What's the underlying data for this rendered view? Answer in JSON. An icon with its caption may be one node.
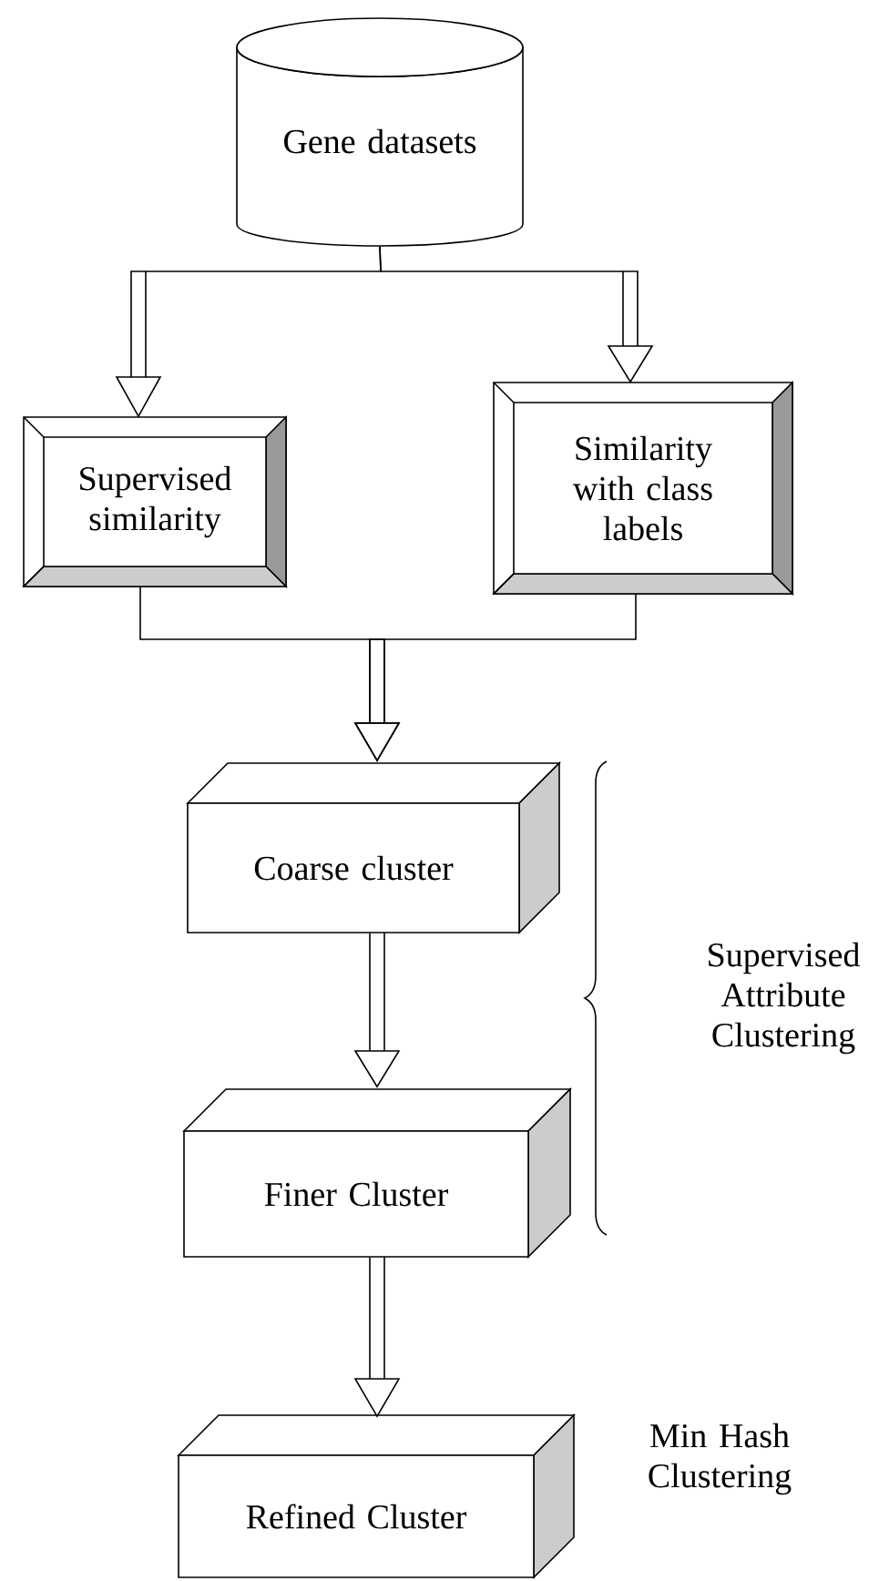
{
  "diagram": {
    "nodes": [
      {
        "text": [
          "Gene datasets"
        ]
      },
      {
        "text": [
          "Supervised similarity"
        ]
      },
      {
        "text": [
          "Similarity with class labels"
        ]
      },
      {
        "text": [
          "Coarse cluster"
        ]
      },
      {
        "text": [
          "Finer Cluster"
        ]
      },
      {
        "text": [
          "Refined Cluster"
        ],
        "beside": [
          "Min Hash Clustering"
        ]
      }
    ],
    "edges": [
      {
        "from": 0,
        "to": 1,
        "arrow": "to"
      },
      {
        "from": 0,
        "to": 2,
        "arrow": "to"
      },
      {
        "from": 1,
        "to": 3,
        "arrow": "to"
      },
      {
        "from": 2,
        "to": 3,
        "arrow": "to"
      },
      {
        "from": 3,
        "to": 4,
        "arrow": "to"
      },
      {
        "from": 4,
        "to": 5,
        "arrow": "to"
      }
    ],
    "labels": [
      "Supervised Attribute Clustering"
    ]
  }
}
